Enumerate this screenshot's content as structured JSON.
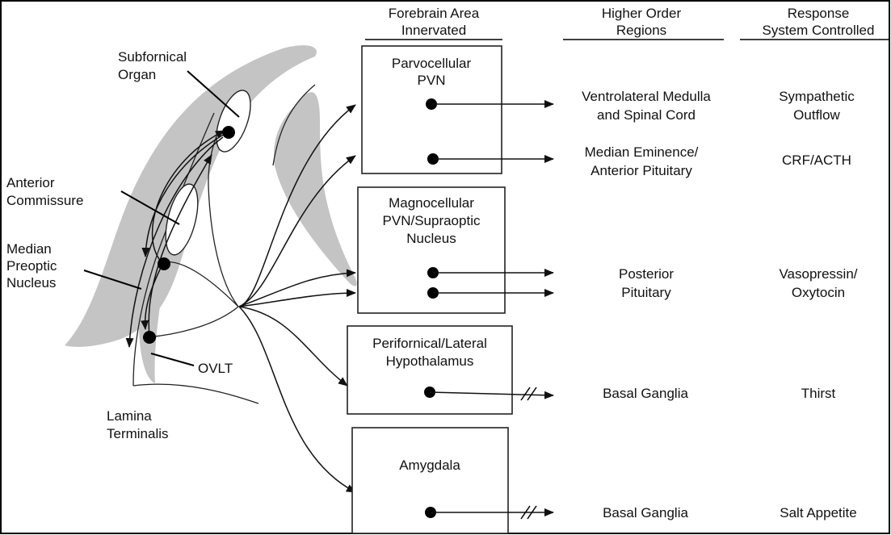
{
  "headers": {
    "forebrain_area": [
      "Forebrain Area",
      "Innervated"
    ],
    "higher_order": [
      "Higher Order",
      "Regions"
    ],
    "response": [
      "Response",
      "System Controlled"
    ]
  },
  "anatomy_labels": {
    "subfornical_organ": [
      "Subfornical",
      "Organ"
    ],
    "anterior_commissure": [
      "Anterior",
      "Commissure"
    ],
    "median_preoptic": [
      "Median",
      "Preoptic",
      "Nucleus"
    ],
    "ovlt": "OVLT",
    "lamina_terminalis": [
      "Lamina",
      "Terminalis"
    ]
  },
  "forebrain_boxes": {
    "parvocellular": [
      "Parvocellular",
      "PVN"
    ],
    "magnocellular": [
      "Magnocellular",
      "PVN/Supraoptic",
      "Nucleus"
    ],
    "perifornical": [
      "Perifornical/Lateral",
      "Hypothalamus"
    ],
    "amygdala": "Amygdala"
  },
  "higher_order_regions": {
    "ventrolateral": [
      "Ventrolateral Medulla",
      "and Spinal Cord"
    ],
    "median_eminence": [
      "Median Eminence/",
      "Anterior Pituitary"
    ],
    "posterior_pituitary": [
      "Posterior",
      "Pituitary"
    ],
    "basal_ganglia_1": "Basal Ganglia",
    "basal_ganglia_2": "Basal Ganglia"
  },
  "responses": {
    "sympathetic": [
      "Sympathetic",
      "Outflow"
    ],
    "crf_acth": "CRF/ACTH",
    "vasopressin": [
      "Vasopressin/",
      "Oxytocin"
    ],
    "thirst": "Thirst",
    "salt_appetite": "Salt Appetite"
  }
}
